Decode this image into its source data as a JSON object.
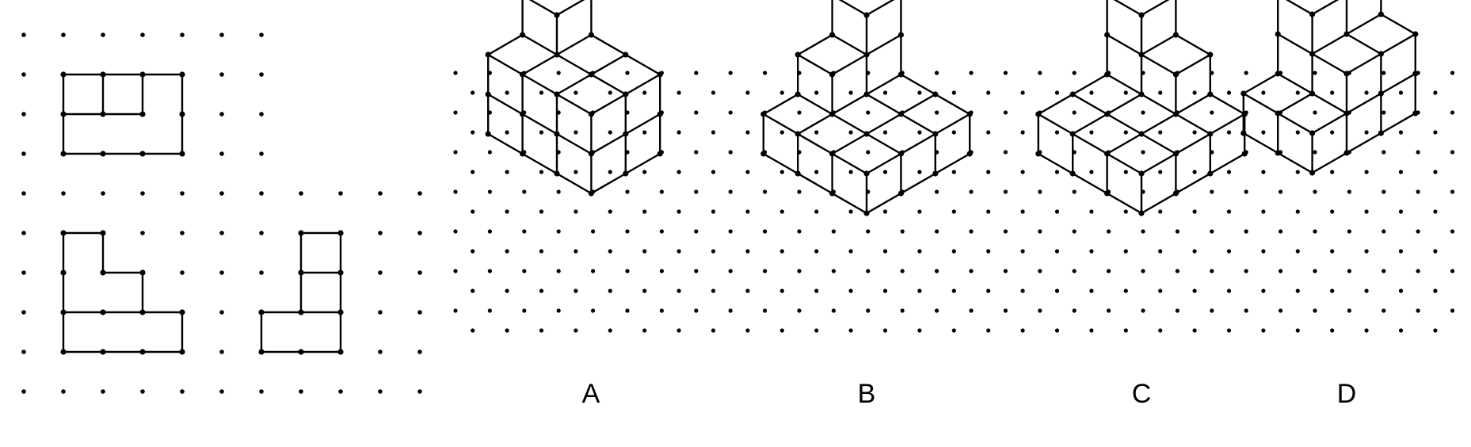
{
  "figure": {
    "colors": {
      "line": "#000000",
      "dot": "#000000",
      "background": "#ffffff"
    },
    "views": [
      {
        "name": "top-view"
      },
      {
        "name": "front-view"
      },
      {
        "name": "side-view"
      }
    ],
    "options": [
      {
        "id": "a",
        "label": "A"
      },
      {
        "id": "b",
        "label": "B"
      },
      {
        "id": "c",
        "label": "C"
      },
      {
        "id": "d",
        "label": "D"
      }
    ]
  }
}
